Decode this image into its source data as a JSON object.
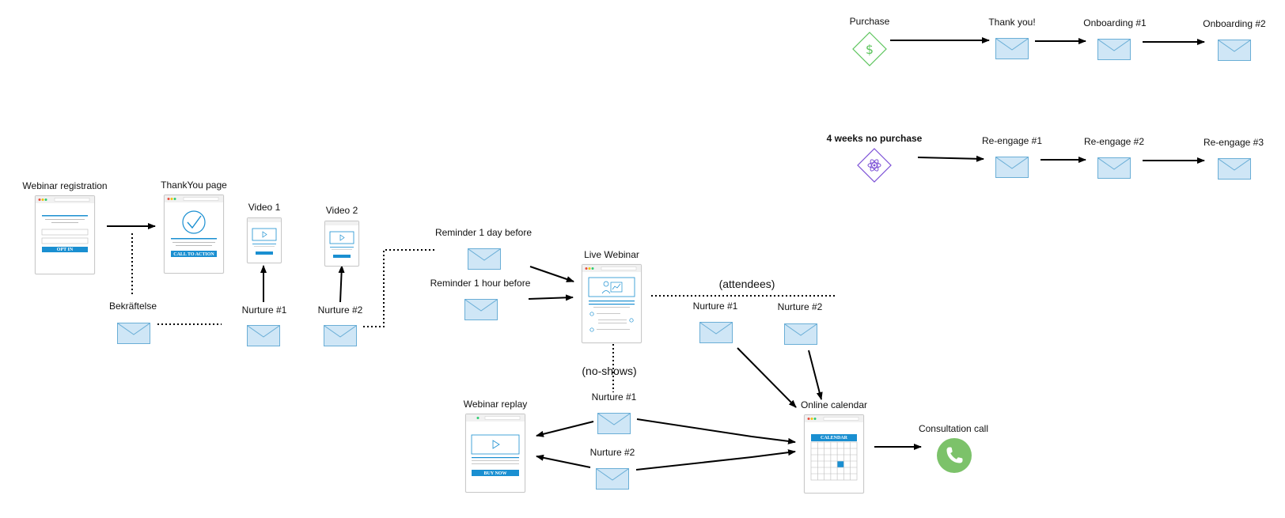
{
  "labels": {
    "webinar_registration": "Webinar registration",
    "thankyou_page": "ThankYou page",
    "video1": "Video 1",
    "video2": "Video 2",
    "bekraftelse": "Bekräftelse",
    "nurture1_top": "Nurture #1",
    "nurture2_top": "Nurture #2",
    "reminder_day": "Reminder 1 day before",
    "reminder_hour": "Reminder 1 hour before",
    "live_webinar": "Live Webinar",
    "attendees": "(attendees)",
    "attendee_nurture1": "Nurture #1",
    "attendee_nurture2": "Nurture #2",
    "no_shows": "(no-shows)",
    "noshow_nurture1": "Nurture #1",
    "noshow_nurture2": "Nurture #2",
    "webinar_replay": "Webinar replay",
    "online_calendar": "Online calendar",
    "consultation_call": "Consultation call",
    "purchase": "Purchase",
    "thank_you": "Thank you!",
    "onboarding1": "Onboarding #1",
    "onboarding2": "Onboarding #2",
    "no_purchase": "4 weeks no purchase",
    "reengage1": "Re-engage #1",
    "reengage2": "Re-engage #2",
    "reengage3": "Re-engage #3"
  },
  "buttons": {
    "opt_in": "OPT IN",
    "call_to_action": "CALL TO ACTION",
    "buy_now": "BUY NOW",
    "calendar": "CALENDAR"
  },
  "icons": {
    "purchase": "dollar-diamond-icon",
    "no_purchase": "atom-diamond-icon",
    "call": "phone-icon",
    "email": "envelope-icon"
  },
  "colors": {
    "email_fill": "#cfe6f6",
    "email_stroke": "#6aaed6",
    "button_blue": "#1a8fd1",
    "purchase_green": "#5cc45c",
    "no_purchase_purple": "#7b4fd6",
    "call_green": "#7cc26a",
    "connector": "#000000"
  }
}
